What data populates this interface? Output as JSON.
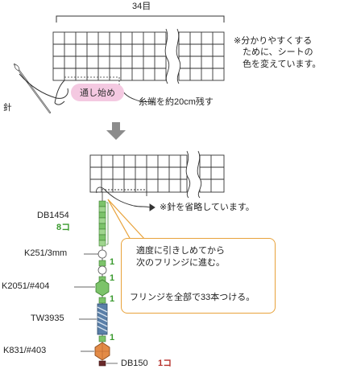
{
  "top_grid": {
    "count_label": "34目",
    "needle_label": "針",
    "start_label": "通し始め",
    "tail_note": "糸端を約20cm残す",
    "side_note": "※分かりやすくする\n　ために、シートの\n　色を変えています。"
  },
  "bottom_grid": {
    "needle_note": "※針を省略しています。"
  },
  "beads": [
    {
      "label": "DB1454",
      "count": "8コ",
      "count_color": "#3a9a2e"
    },
    {
      "label": "K251/3mm",
      "count": "1",
      "count_color": "#3a9a2e"
    },
    {
      "label": "K2051/#404",
      "count": "1",
      "count_color": "#3a9a2e"
    },
    {
      "label": "TW3935",
      "count": "1",
      "count_color": "#3a9a2e"
    },
    {
      "label": "K831/#403",
      "count": "1",
      "count_color": "#3a9a2e"
    },
    {
      "label": "DB150",
      "count": "1コ",
      "count_color": "#b7312c"
    }
  ],
  "callout": {
    "line1": "適度に引きしめてから\n次のフリンジに進む。",
    "line2": "フリンジを全部で33本つける。"
  },
  "colors": {
    "grid": "#333333",
    "accent_orange": "#e8a23a",
    "bead_green": "#7cc36a",
    "bead_orange": "#e38b47",
    "pill_pink": "#f4c9e1",
    "arrow_gray": "#8c8c8c"
  }
}
